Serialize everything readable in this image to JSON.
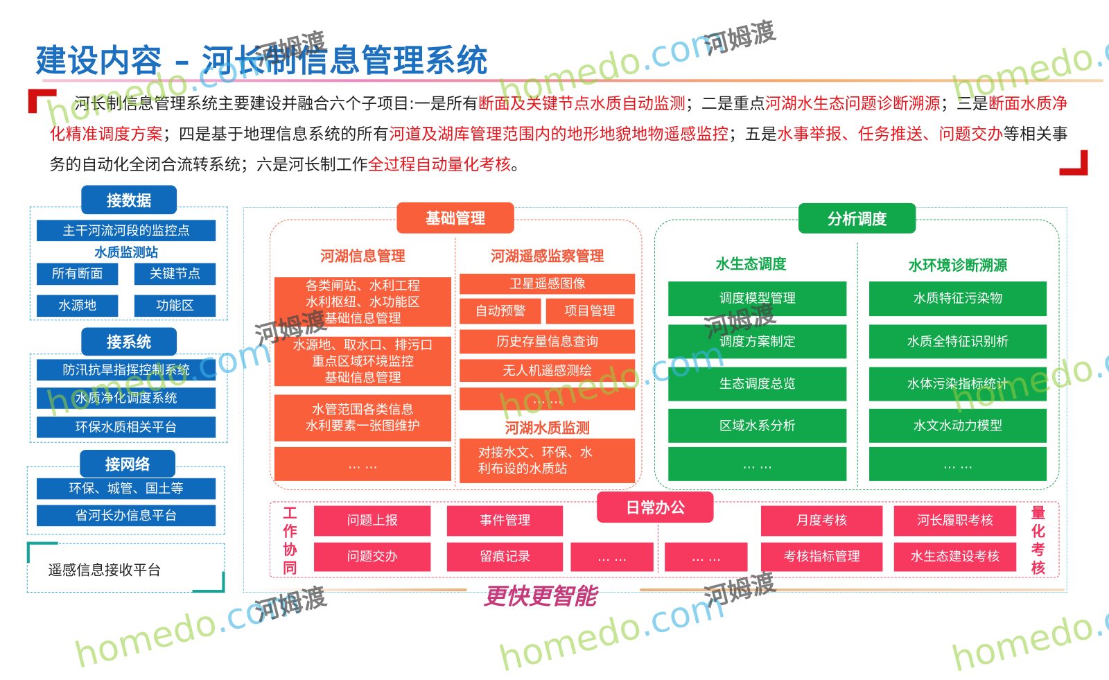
{
  "header": {
    "title": "建设内容 – 河长制信息管理系统"
  },
  "intro": {
    "segments": [
      {
        "text": "河长制信息管理系统主要建设并融合六个子项目:一是所有",
        "highlight": false
      },
      {
        "text": "断面及关键节点水质自动监测",
        "highlight": true
      },
      {
        "text": "；二是重点",
        "highlight": false
      },
      {
        "text": "河湖水生态问题诊断溯源",
        "highlight": true
      },
      {
        "text": "；三是",
        "highlight": false
      },
      {
        "text": "断面水质净化精准调度方案",
        "highlight": true
      },
      {
        "text": "；四是基于地理信息系统的所有",
        "highlight": false
      },
      {
        "text": "河道及湖库管理范围内的地形地貌地物遥感监控",
        "highlight": true
      },
      {
        "text": "；五是",
        "highlight": false
      },
      {
        "text": "水事举报、任务推送、问题交办",
        "highlight": true
      },
      {
        "text": "等相关事务的自动化全闭合流转系统；六是河长制工作",
        "highlight": false
      },
      {
        "text": "全过程自动量化考核",
        "highlight": true
      },
      {
        "text": "。",
        "highlight": false
      }
    ]
  },
  "left": {
    "data_group": {
      "title": "接数据",
      "main": "主干河流河段的监控点",
      "station_label": "水质监测站",
      "items": [
        "所有断面",
        "关键节点",
        "水源地",
        "功能区"
      ]
    },
    "system_group": {
      "title": "接系统",
      "items": [
        "防汛抗旱指挥控制系统",
        "水质净化调度系统",
        "环保水质相关平台"
      ]
    },
    "network_group": {
      "title": "接网络",
      "items": [
        "环保、城管、国土等",
        "省河长办信息平台"
      ]
    },
    "remote": "遥感信息接收平台"
  },
  "basic": {
    "title": "基础管理",
    "info": {
      "title": "河湖信息管理",
      "items": [
        "各类闸站、水利工程\n水利枢纽、水功能区\n基础信息管理",
        "水源地、取水口、排污口\n重点区域环境监控\n基础信息管理",
        "水管范围各类信息\n水利要素一张图维护",
        "… …"
      ]
    },
    "remote": {
      "title": "河湖遥感监察管理",
      "items": [
        "卫星遥感图像",
        "自动预警",
        "项目管理",
        "历史存量信息查询",
        "无人机遥感测绘",
        "… …"
      ]
    },
    "quality": {
      "title": "河湖水质监测",
      "item": "对接水文、环保、水\n利布设的水质站"
    }
  },
  "analysis": {
    "title": "分析调度",
    "eco": {
      "title": "水生态调度",
      "items": [
        "调度模型管理",
        "调度方案制定",
        "生态调度总览",
        "区域水系分析",
        "… …"
      ]
    },
    "env": {
      "title": "水环境诊断溯源",
      "items": [
        "水质特征污染物",
        "水质全特征识别析",
        "水体污染指标统计",
        "水文水动力模型",
        "… …"
      ]
    }
  },
  "office": {
    "title": "日常办公",
    "left_label": "工作协同",
    "right_label": "量化考核",
    "items": [
      "问题上报",
      "事件管理",
      "问题交办",
      "留痕记录",
      "… …",
      "… …",
      "月度考核",
      "河长履职考核",
      "考核指标管理",
      "水生态建设考核"
    ]
  },
  "slogan": "更快更智能",
  "watermark": {
    "en_a": "homedo",
    "en_b": ".com",
    "cn": "河姆渡"
  },
  "colors": {
    "blue": "#0f6abb",
    "orange": "#fa5f3c",
    "green": "#10a84a",
    "pink": "#f7385f",
    "red": "#e8141b"
  }
}
